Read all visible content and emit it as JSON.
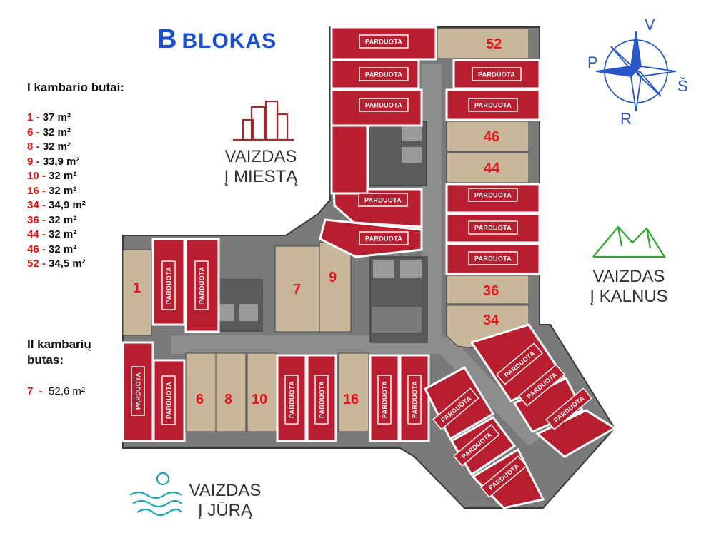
{
  "title": {
    "letter": "B",
    "word": "BLOKAS"
  },
  "legend": {
    "one_room_heading": "I kambario butai:",
    "one_room": [
      {
        "num": "1",
        "area": "37 m²"
      },
      {
        "num": "6",
        "area": "32 m²"
      },
      {
        "num": "8",
        "area": "32 m²"
      },
      {
        "num": "9",
        "area": "33,9 m²"
      },
      {
        "num": "10",
        "area": "32 m²"
      },
      {
        "num": "16",
        "area": "32 m²"
      },
      {
        "num": "34",
        "area": "34,9 m²"
      },
      {
        "num": "36",
        "area": "32 m²"
      },
      {
        "num": "44",
        "area": "32 m²"
      },
      {
        "num": "46",
        "area": "32 m²"
      },
      {
        "num": "52",
        "area": "34,5 m²"
      }
    ],
    "two_room_heading_line1": "II kambarių",
    "two_room_heading_line2": "butas:",
    "two_room": [
      {
        "num": "7",
        "area": "52,6 m²"
      }
    ]
  },
  "views": {
    "city": {
      "line1": "VAIZDAS",
      "line2": "Į MIESTĄ",
      "icon": "city-skyline-icon",
      "color": "#a52a2a"
    },
    "mountains": {
      "line1": "VAIZDAS",
      "line2": "Į KALNUS",
      "icon": "mountains-icon",
      "color": "#2fa82f"
    },
    "sea": {
      "line1": "VAIZDAS",
      "line2": "Į JŪRĄ",
      "icon": "sea-waves-icon",
      "color": "#1aa5b5"
    }
  },
  "compass": {
    "n": "V",
    "w": "P",
    "e": "Š",
    "s": "R",
    "color": "#2a57c8"
  },
  "sold_label": "PARDUOTA",
  "units": {
    "u1": "1",
    "u6": "6",
    "u7": "7",
    "u8": "8",
    "u9": "9",
    "u10": "10",
    "u16": "16",
    "u34": "34",
    "u36": "36",
    "u44": "44",
    "u46": "46",
    "u52": "52"
  },
  "colors": {
    "sold": "#b71f30",
    "floor": "#6d6d6d",
    "title": "#1a4fd0",
    "unit_number": "#e8131b"
  }
}
